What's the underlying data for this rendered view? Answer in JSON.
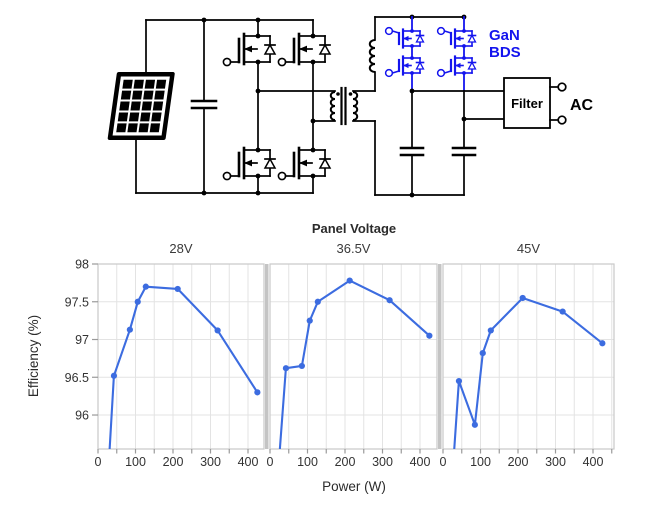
{
  "circuit": {
    "labels": {
      "gan_line1": "GaN",
      "gan_line2": "BDS",
      "filter": "Filter",
      "ac": "AC"
    },
    "colors": {
      "gan_blue": "#1414ee",
      "wire_black": "#000000"
    },
    "components": [
      "solar-panel",
      "dc-link-capacitor",
      "full-bridge-mosfets",
      "transformer",
      "output-inductor",
      "gan-bidirectional-switches",
      "output-capacitors",
      "filter-box",
      "ac-terminals"
    ]
  },
  "chart_data": {
    "type": "line",
    "title": "Panel Voltage",
    "xlabel": "Power (W)",
    "ylabel": "Efficiency (%)",
    "ylim": [
      95.55,
      98
    ],
    "xlim": [
      0,
      445
    ],
    "y_ticks": [
      96,
      96.5,
      97,
      97.5,
      98
    ],
    "x_tick_labels": [
      0,
      100,
      200,
      300,
      400
    ],
    "x_tick_interval": 50,
    "grid": {
      "x_step": 50,
      "y_step": 0.5,
      "on": true
    },
    "line_color": "#3c6ce0",
    "panels": [
      {
        "name": "28V",
        "points": [
          [
            21,
            94.7
          ],
          [
            42.5,
            96.52
          ],
          [
            85,
            97.13
          ],
          [
            106,
            97.5
          ],
          [
            127.5,
            97.7
          ],
          [
            212.5,
            97.67
          ],
          [
            319,
            97.12
          ],
          [
            425,
            96.3
          ]
        ]
      },
      {
        "name": "36.5V",
        "points": [
          [
            21,
            95.2
          ],
          [
            42.5,
            96.62
          ],
          [
            85,
            96.65
          ],
          [
            106,
            97.25
          ],
          [
            127.5,
            97.5
          ],
          [
            212.5,
            97.78
          ],
          [
            319,
            97.52
          ],
          [
            425,
            97.05
          ]
        ]
      },
      {
        "name": "45V",
        "points": [
          [
            21,
            94.9
          ],
          [
            42.5,
            96.45
          ],
          [
            85,
            95.87
          ],
          [
            106,
            96.82
          ],
          [
            127.5,
            97.12
          ],
          [
            212.5,
            97.55
          ],
          [
            319,
            97.37
          ],
          [
            425,
            96.95
          ]
        ]
      }
    ],
    "note": "First point of each series lies below the visible y-range; the trace is clipped by the plot bottom edge."
  }
}
